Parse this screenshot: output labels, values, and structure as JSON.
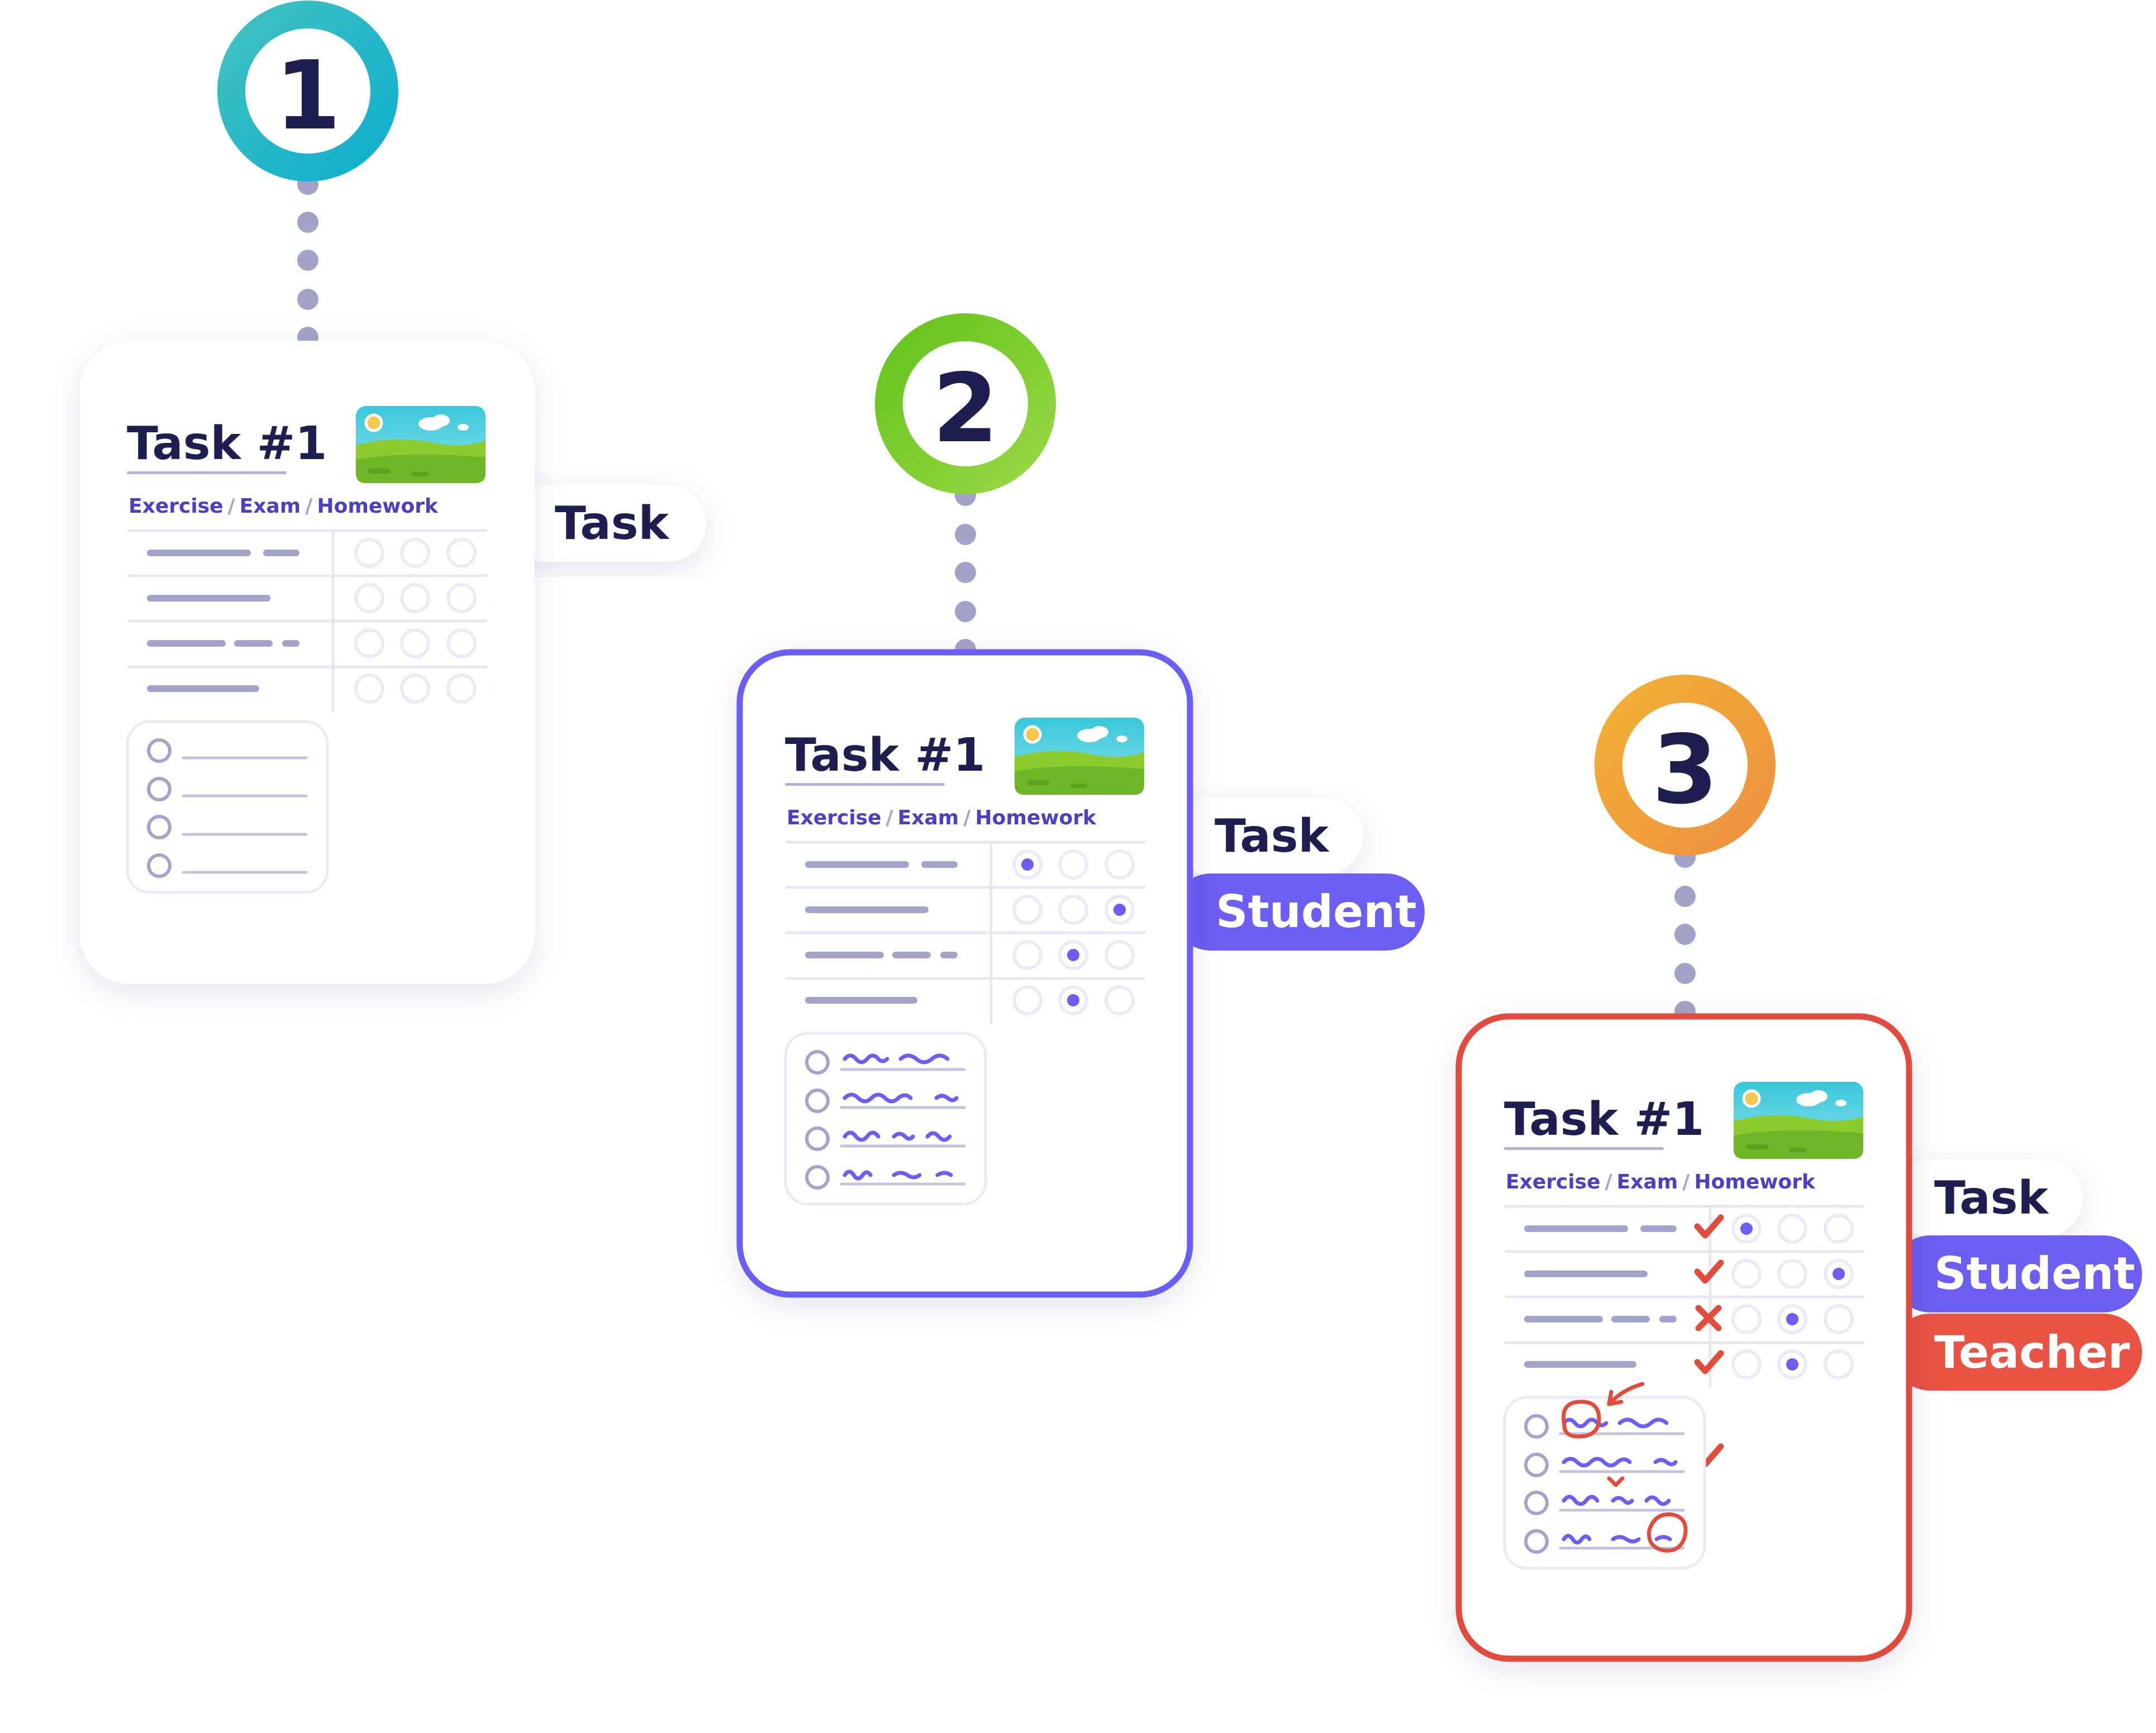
{
  "steps": [
    {
      "number": "1",
      "title": "Task #1",
      "sub_a": "Exercise",
      "sub_b": "Exam",
      "sub_c": "Homework",
      "sep": "/",
      "tags": [
        "Task"
      ],
      "ring_colors": [
        "#45c2bf",
        "#0aaed0"
      ],
      "card_border": "#eef0f6"
    },
    {
      "number": "2",
      "title": "Task #1",
      "sub_a": "Exercise",
      "sub_b": "Exam",
      "sub_c": "Homework",
      "sep": "/",
      "tags": [
        "Task",
        "Student"
      ],
      "ring_colors": [
        "#5ec21a",
        "#9ed947"
      ],
      "card_border": "#6a5ef5"
    },
    {
      "number": "3",
      "title": "Task #1",
      "sub_a": "Exercise",
      "sub_b": "Exam",
      "sub_c": "Homework",
      "sep": "/",
      "tags": [
        "Task",
        "Student",
        "Teacher"
      ],
      "ring_colors": [
        "#f0b232",
        "#ef8f42"
      ],
      "card_border": "#e04b3e"
    }
  ],
  "colors": {
    "navy": "#1e1e50",
    "purple": "#4d3fc2",
    "line_gray": "#a4a3cc",
    "student": "#6c5ef3",
    "teacher": "#ea5343",
    "dot": "#a3a2c8"
  }
}
